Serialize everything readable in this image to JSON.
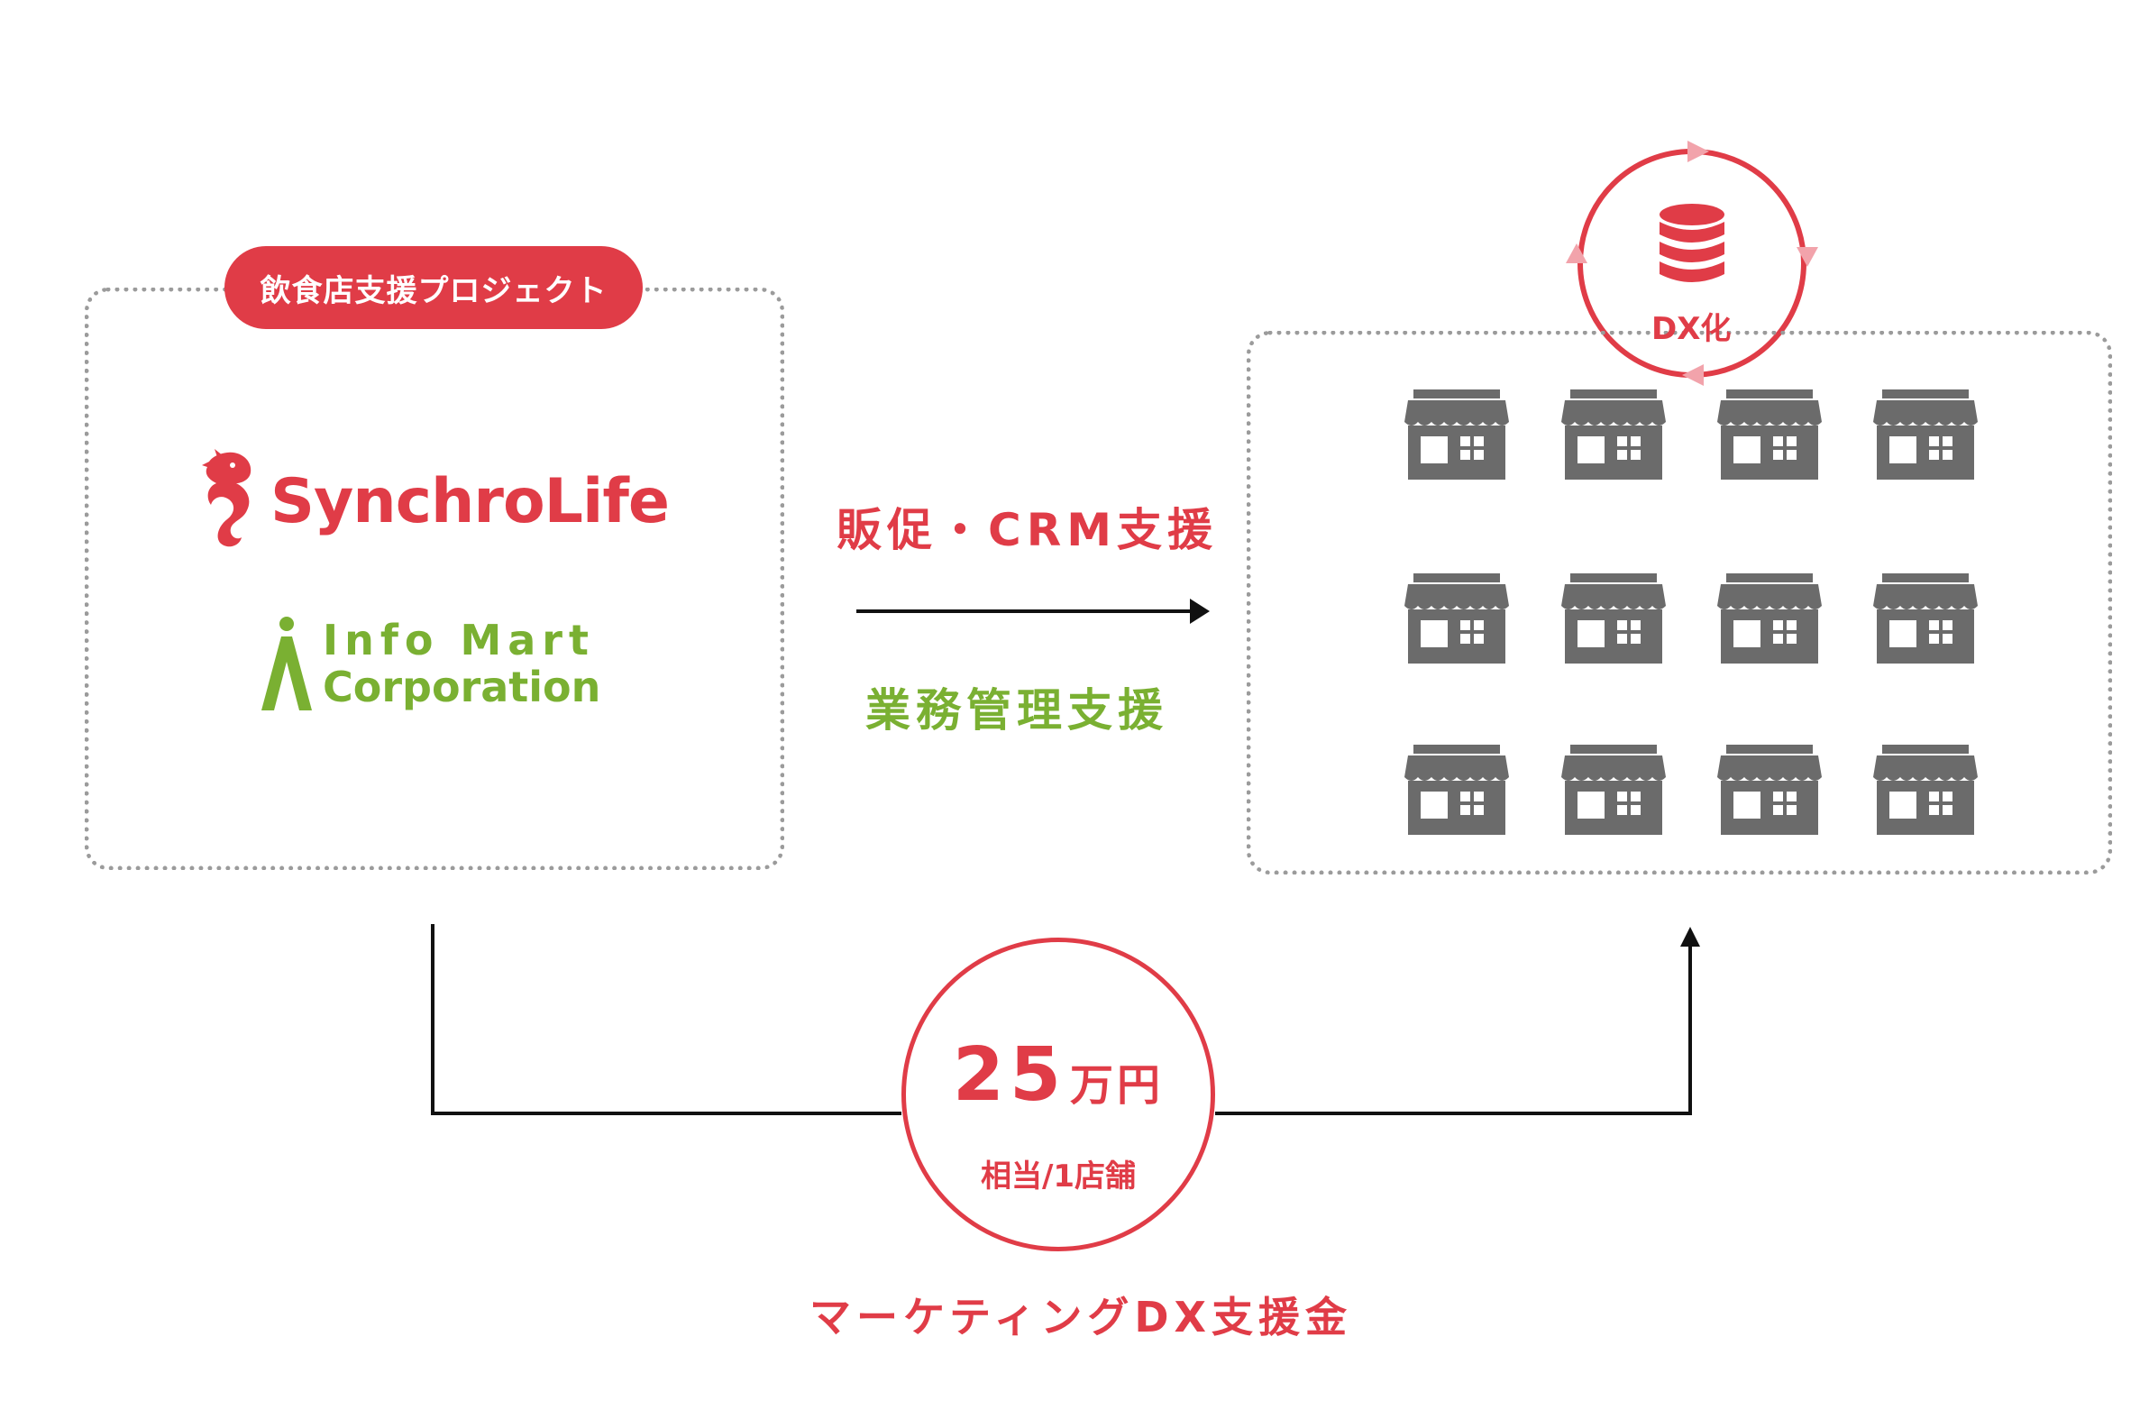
{
  "project_label": "飲食店支援プロジェクト",
  "partners": {
    "synchrolife": "SynchroLife",
    "infomart_line1": "Info Mart",
    "infomart_line2": "Corporation"
  },
  "support": {
    "promotion": "販促・CRM支援",
    "operations": "業務管理支援"
  },
  "dx_label": "DX化",
  "subsidy": {
    "amount": "25",
    "unit": "万円",
    "per_store": "相当/1店舗",
    "title": "マーケティングDX支援金"
  },
  "colors": {
    "red": "#e03c47",
    "green": "#7ab032",
    "gray": "#6b6b6b"
  }
}
